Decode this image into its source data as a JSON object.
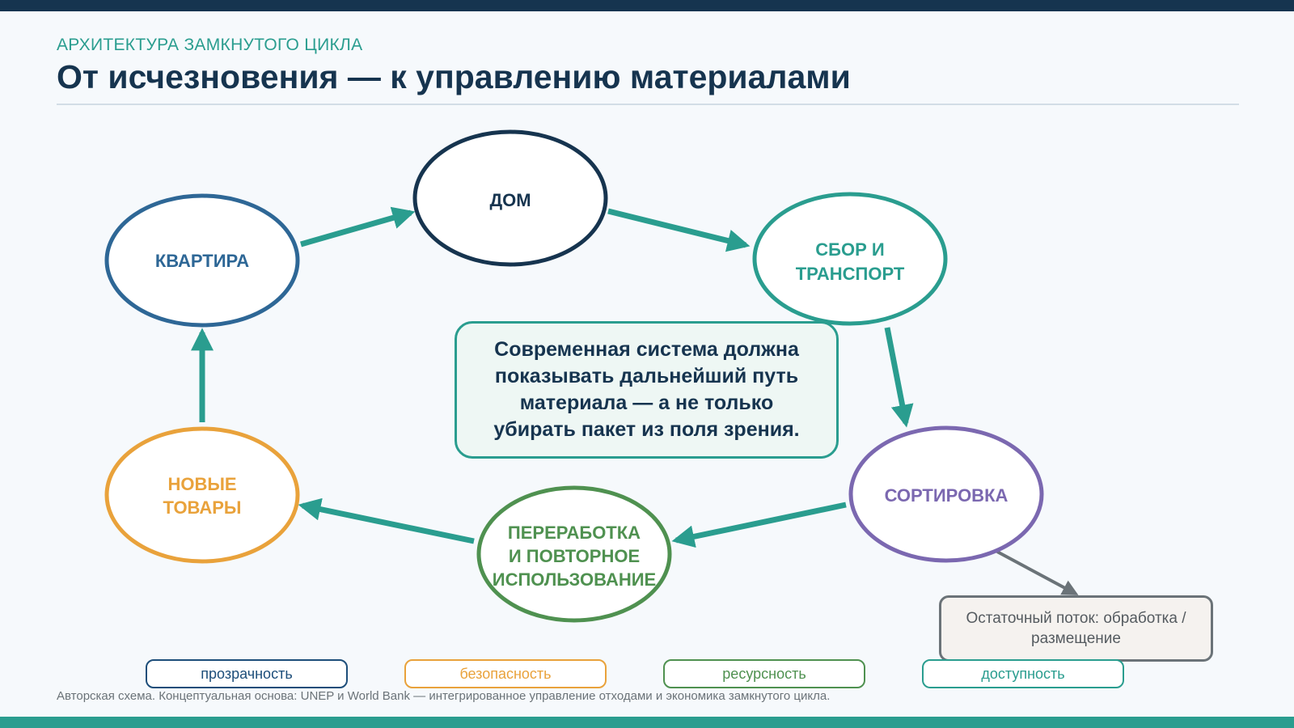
{
  "header": {
    "kicker": "АРХИТЕКТУРА ЗАМКНУТОГО ЦИКЛА",
    "title": "От исчезновения — к управлению материалами"
  },
  "nodes": {
    "apartment": [
      "КВАРТИРА"
    ],
    "house": [
      "ДОМ"
    ],
    "collection": [
      "СБОР И",
      "ТРАНСПОРТ"
    ],
    "sorting": [
      "СОРТИРОВКА"
    ],
    "recycling": [
      "ПЕРЕРАБОТКА",
      "И ПОВТОРНОЕ",
      "ИСПОЛЬЗОВАНИЕ"
    ],
    "new_goods": [
      "НОВЫЕ",
      "ТОВАРЫ"
    ]
  },
  "callout": "Современная система должна показывать дальнейший путь материала — а не только убирать пакет из поля зрения.",
  "residual": "Остаточный поток: обработка / размещение",
  "tags": [
    "прозрачность",
    "безопасность",
    "ресурсность",
    "доступность"
  ],
  "source": "Авторская схема. Концептуальная основа: UNEP и World Bank — интегрированное управление отходами и экономика замкнутого цикла.",
  "colors": {
    "navy": "#16344f",
    "blue": "#2e6796",
    "teal": "#2a9d8f",
    "purple": "#7b68b0",
    "green": "#4f9150",
    "orange": "#e9a23b",
    "gray": "#6b7378"
  }
}
